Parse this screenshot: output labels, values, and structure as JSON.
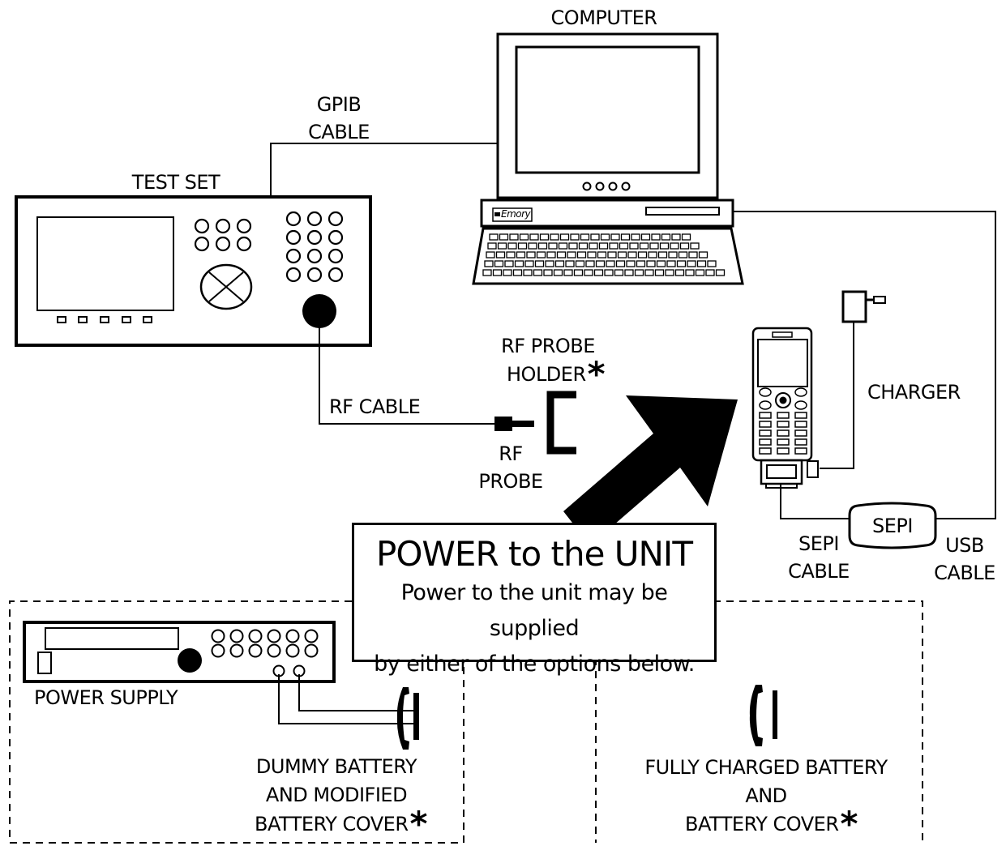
{
  "labels": {
    "computer": "COMPUTER",
    "gpib_line1": "GPIB",
    "gpib_line2": "CABLE",
    "test_set": "TEST SET",
    "rf_probe_holder_line1": "RF PROBE",
    "rf_probe_holder_line2": "HOLDER",
    "rf_cable": "RF CABLE",
    "rf_probe_line1": "RF",
    "rf_probe_line2": "PROBE",
    "charger": "CHARGER",
    "sepi_box": "SEPI",
    "sepi_cable_line1": "SEPI",
    "sepi_cable_line2": "CABLE",
    "usb_cable_line1": "USB",
    "usb_cable_line2": "CABLE",
    "power_supply": "POWER SUPPLY",
    "dummy_line1": "DUMMY BATTERY",
    "dummy_line2": "AND MODIFIED",
    "dummy_line3": "BATTERY COVER",
    "full_line1": "FULLY CHARGED BATTERY",
    "full_line2": "AND",
    "full_line3": "BATTERY COVER",
    "computer_brand": "Emory",
    "star": "*"
  },
  "power_box": {
    "title": "POWER to the UNIT",
    "line1": "Power to the unit may be supplied",
    "line2": "by either of the options below."
  }
}
